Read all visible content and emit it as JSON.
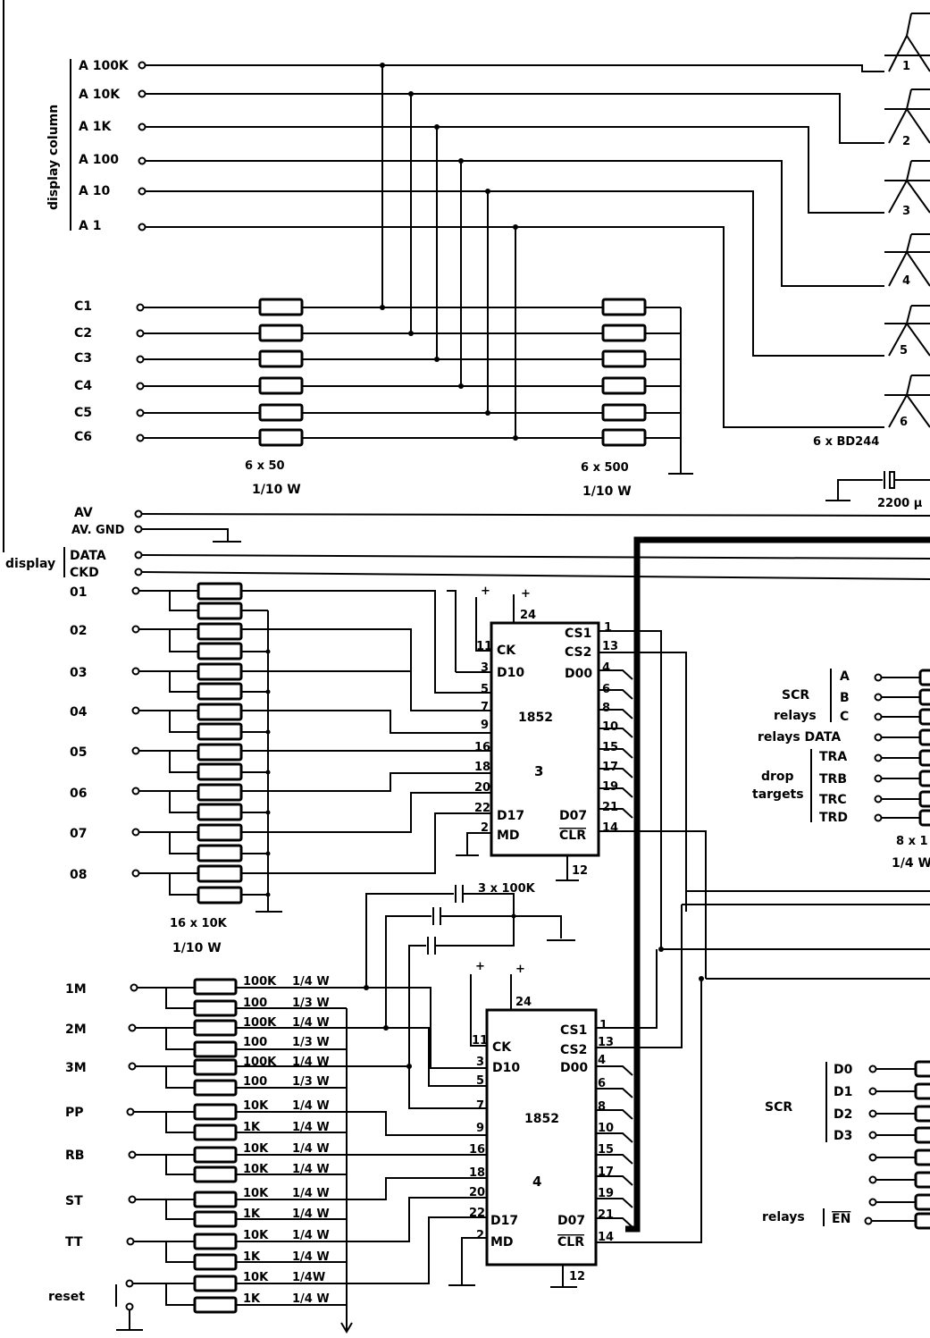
{
  "display_column": {
    "title": "display column",
    "rows": [
      "A 100K",
      "A 10K",
      "A 1K",
      "A 100",
      "A 10",
      "A 1"
    ]
  },
  "c_inputs": [
    "C1",
    "C2",
    "C3",
    "C4",
    "C5",
    "C6"
  ],
  "resistor_notes": {
    "r50_count": "6 x 50",
    "r50_watt": "1/10 W",
    "r500_count": "6 x 500",
    "r500_watt": "1/10 W",
    "r10k_count": "16 x 10K",
    "r10k_watt": "1/10 W",
    "r8_count": "8 x 1",
    "r8_watt": "1/4 W"
  },
  "transistors": {
    "numbers": [
      "1",
      "2",
      "3",
      "4",
      "5",
      "6"
    ],
    "label": "6 x BD244"
  },
  "capacitors": {
    "electrolytic": "2200 µ",
    "caps_100k": "3 x 100K"
  },
  "power": {
    "av": "AV",
    "av_gnd": "AV. GND"
  },
  "display_bus": {
    "group": "display",
    "data": "DATA",
    "ckd": "CKD"
  },
  "o_inputs": [
    "01",
    "02",
    "03",
    "04",
    "05",
    "06",
    "07",
    "08"
  ],
  "chip3": {
    "part": "1852",
    "number": "3",
    "left_pins": [
      "11",
      "3",
      "5",
      "7",
      "9",
      "16",
      "18",
      "20",
      "22",
      "2"
    ],
    "left_labels": [
      "CK",
      "D10",
      "D17",
      "MD"
    ],
    "right_pins": [
      "1",
      "13",
      "4",
      "6",
      "8",
      "10",
      "15",
      "17",
      "19",
      "21",
      "14"
    ],
    "right_labels": [
      "CS1",
      "CS2",
      "D00",
      "D07",
      "CLR"
    ],
    "top_pin": "24",
    "bottom_pin": "12",
    "plus": "+"
  },
  "chip4": {
    "part": "1852",
    "number": "4",
    "left_pins": [
      "11",
      "3",
      "5",
      "7",
      "9",
      "16",
      "18",
      "20",
      "22",
      "2"
    ],
    "left_labels": [
      "CK",
      "D10",
      "D17",
      "MD"
    ],
    "right_pins": [
      "1",
      "13",
      "4",
      "6",
      "8",
      "10",
      "15",
      "17",
      "19",
      "21",
      "14"
    ],
    "right_labels": [
      "CS1",
      "CS2",
      "D00",
      "D07",
      "CLR"
    ],
    "top_pin": "24",
    "bottom_pin": "12",
    "plus": "+"
  },
  "scr_relays": {
    "scr": "SCR",
    "relays": "relays",
    "abc": [
      "A",
      "B",
      "C"
    ],
    "relays_data": "relays DATA",
    "drop": "drop",
    "targets": "targets",
    "tr": [
      "TRA",
      "TRB",
      "TRC",
      "TRD"
    ]
  },
  "switch_inputs": {
    "labels": [
      "1M",
      "2M",
      "3M",
      "PP",
      "RB",
      "ST",
      "TT"
    ],
    "res_values": [
      [
        "100K",
        "1/4 W"
      ],
      [
        "100",
        "1/3 W"
      ],
      [
        "100K",
        "1/4 W"
      ],
      [
        "100",
        "1/3 W"
      ],
      [
        "100K",
        "1/4 W"
      ],
      [
        "100",
        "1/3 W"
      ],
      [
        "10K",
        "1/4 W"
      ],
      [
        "1K",
        "1/4 W"
      ],
      [
        "10K",
        "1/4 W"
      ],
      [
        "10K",
        "1/4 W"
      ],
      [
        "10K",
        "1/4 W"
      ],
      [
        "1K",
        "1/4 W"
      ],
      [
        "10K",
        "1/4 W"
      ],
      [
        "1K",
        "1/4 W"
      ],
      [
        "10K",
        "1/4W"
      ],
      [
        "1K",
        "1/4 W"
      ]
    ],
    "reset": "reset"
  },
  "scr_lower": {
    "scr": "SCR",
    "d": [
      "D0",
      "D1",
      "D2",
      "D3"
    ],
    "relays": "relays",
    "en": "EN"
  }
}
